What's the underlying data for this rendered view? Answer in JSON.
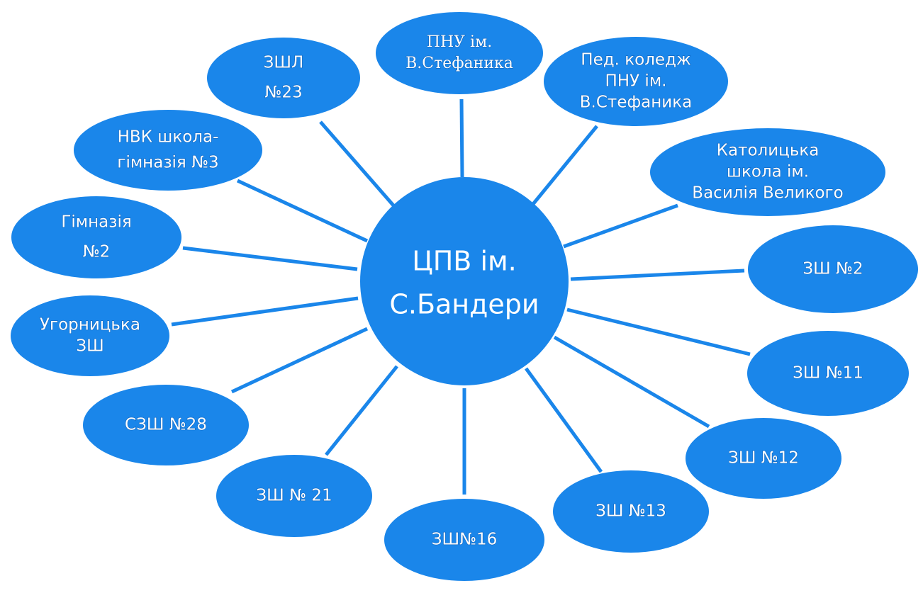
{
  "center": {
    "lines": [
      "ЦПВ ім.",
      "С.Бандери"
    ]
  },
  "nodes": [
    {
      "id": "pnu",
      "lines": [
        "ПНУ ім.",
        "В.Стефаника"
      ]
    },
    {
      "id": "ped-koledzh",
      "lines": [
        "Пед. коледж",
        "ПНУ ім.",
        "В.Стефаника"
      ]
    },
    {
      "id": "katolytska",
      "lines": [
        "Католицька",
        "школа ім.",
        "Василія Великого"
      ]
    },
    {
      "id": "zsh-2",
      "lines": [
        "ЗШ №2"
      ]
    },
    {
      "id": "zsh-11",
      "lines": [
        "ЗШ №11"
      ]
    },
    {
      "id": "zsh-12",
      "lines": [
        "ЗШ №12"
      ]
    },
    {
      "id": "zsh-13",
      "lines": [
        "ЗШ №13"
      ]
    },
    {
      "id": "zsh-16",
      "lines": [
        "ЗШ№16"
      ]
    },
    {
      "id": "zsh-21",
      "lines": [
        "ЗШ № 21"
      ]
    },
    {
      "id": "szsh-28",
      "lines": [
        "СЗШ №28"
      ]
    },
    {
      "id": "uhornytska",
      "lines": [
        "Угорницька",
        "ЗШ"
      ]
    },
    {
      "id": "himnaziia-2",
      "lines": [
        "Гімназія",
        "№2"
      ]
    },
    {
      "id": "nvk-3",
      "lines": [
        "НВК школа-",
        "гімназія №3"
      ]
    },
    {
      "id": "zshl-23",
      "lines": [
        "ЗШЛ",
        "№23"
      ]
    }
  ],
  "colors": {
    "node": "#1a86ea",
    "line": "#1a86ea",
    "text": "#ffffff"
  }
}
